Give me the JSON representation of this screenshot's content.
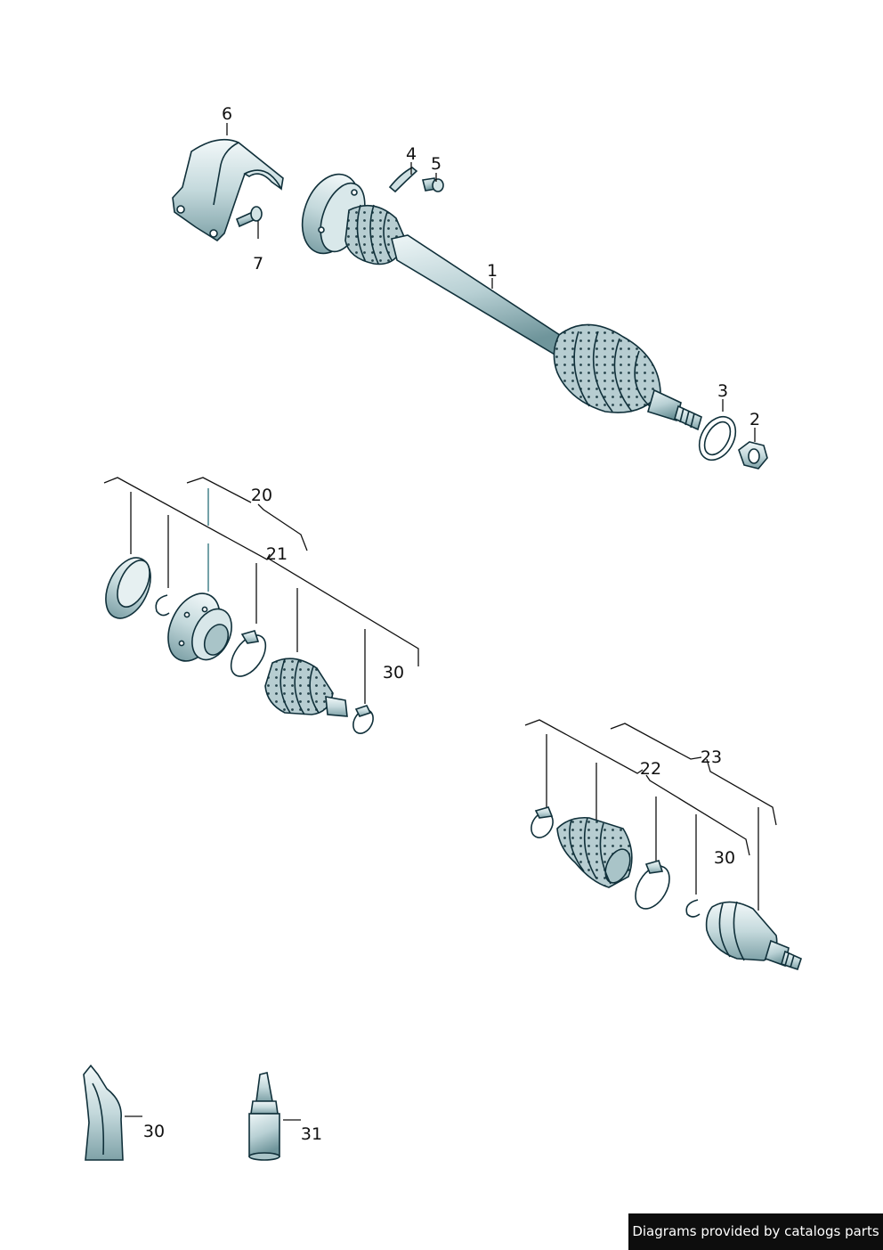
{
  "callouts": {
    "c1": "1",
    "c2": "2",
    "c3": "3",
    "c4": "4",
    "c5": "5",
    "c6": "6",
    "c7": "7",
    "c20": "20",
    "c21": "21",
    "c30a": "30",
    "c22": "22",
    "c23": "23",
    "c30b": "30",
    "c30c": "30",
    "c31": "31"
  },
  "colors": {
    "line": "#10303a",
    "metal": "#c9dde0",
    "metal_dark": "#8fb0b6",
    "boot": "#a9c4c8",
    "credit_bg": "#0d0d0d"
  },
  "credit": "Diagrams provided by catalogs parts"
}
